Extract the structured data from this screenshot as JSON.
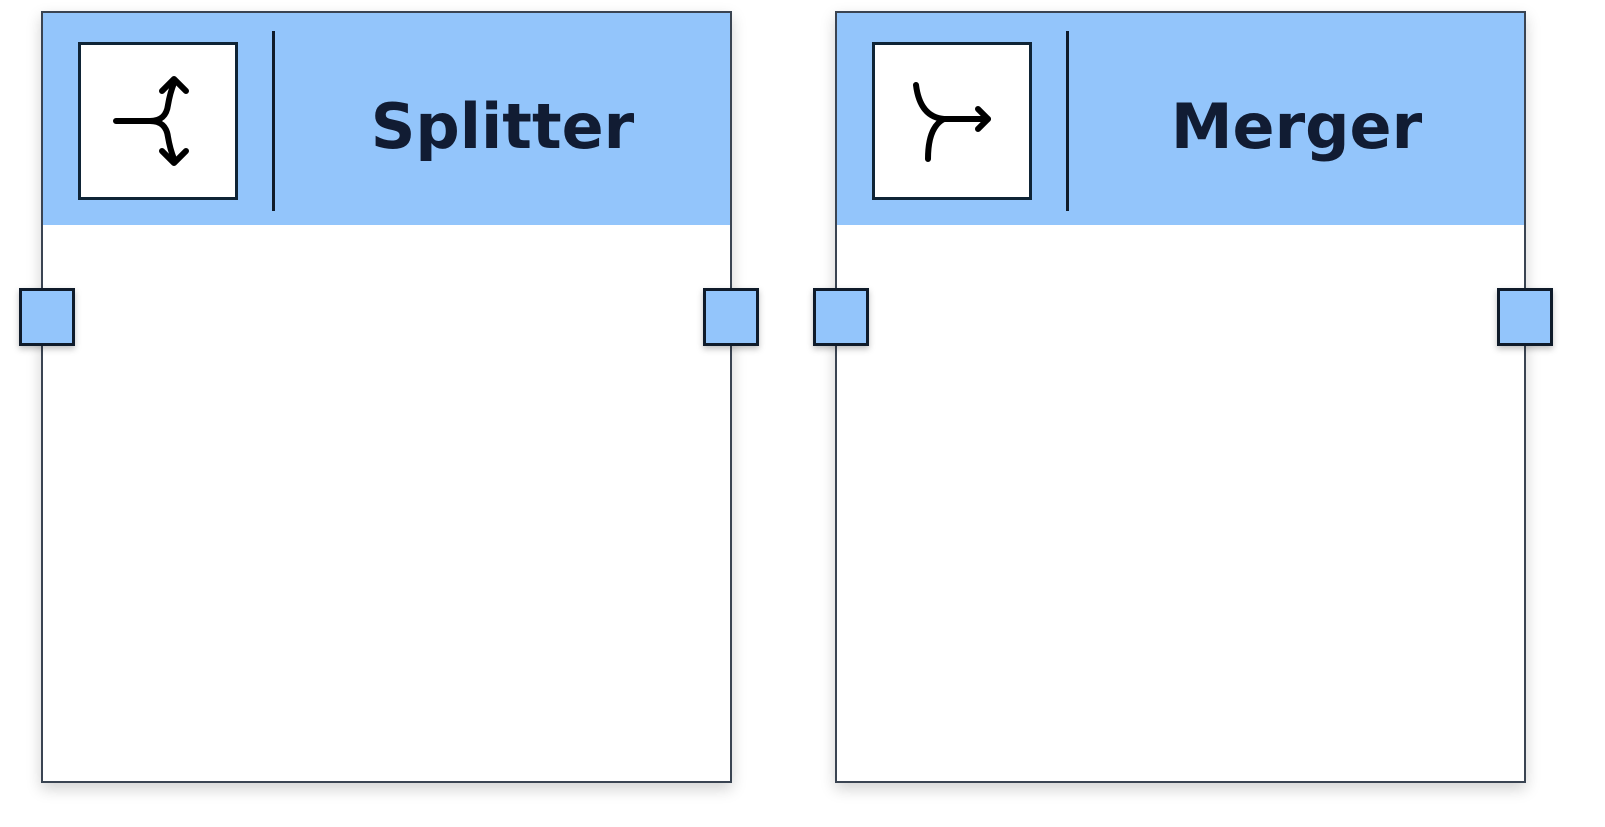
{
  "nodes": [
    {
      "id": "splitter",
      "title": "Splitter",
      "icon": "split-arrows-icon",
      "ports": [
        "input",
        "output"
      ]
    },
    {
      "id": "merger",
      "title": "Merger",
      "icon": "merge-arrow-icon",
      "ports": [
        "input",
        "output"
      ]
    }
  ],
  "colors": {
    "header": "#93c5fb",
    "port": "#93c5fb",
    "border": "#3a4452",
    "title_text": "#111c33"
  }
}
